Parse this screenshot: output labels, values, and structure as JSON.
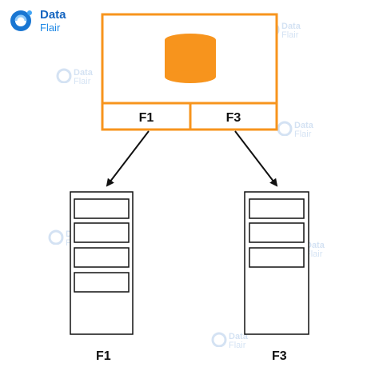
{
  "brand": {
    "name_line1": "Data",
    "name_line2": "Flair",
    "color": "#1565c0",
    "icon": "dataflair-logo-icon"
  },
  "colors": {
    "accent": "#f7941d",
    "line": "#111111",
    "background": "#ffffff"
  },
  "diagram": {
    "database_icon": "cylinder-database-icon",
    "fragments_row": [
      "F1",
      "F3"
    ],
    "servers": [
      {
        "label": "F1",
        "slot_count": 4
      },
      {
        "label": "F3",
        "slot_count": 3
      }
    ]
  },
  "watermarks": {
    "text_line1": "Data",
    "text_line2": "Flair"
  }
}
